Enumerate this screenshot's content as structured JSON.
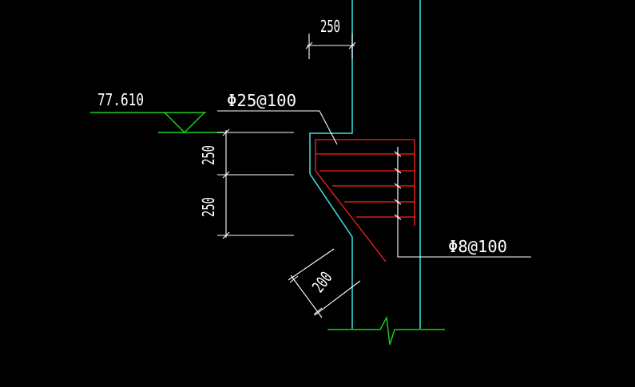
{
  "colors": {
    "background": "#000000",
    "wall": "#40e0e0",
    "rebar": "#ff2020",
    "level": "#20d020",
    "dimension": "#ffffff"
  },
  "drawing": {
    "elevation_label": "77.610",
    "main_rebar_label": "Φ25@100",
    "stirrup_label": "Φ8@100",
    "dim_top": "250",
    "dim_upper": "250",
    "dim_lower": "250",
    "dim_slope": "200"
  }
}
